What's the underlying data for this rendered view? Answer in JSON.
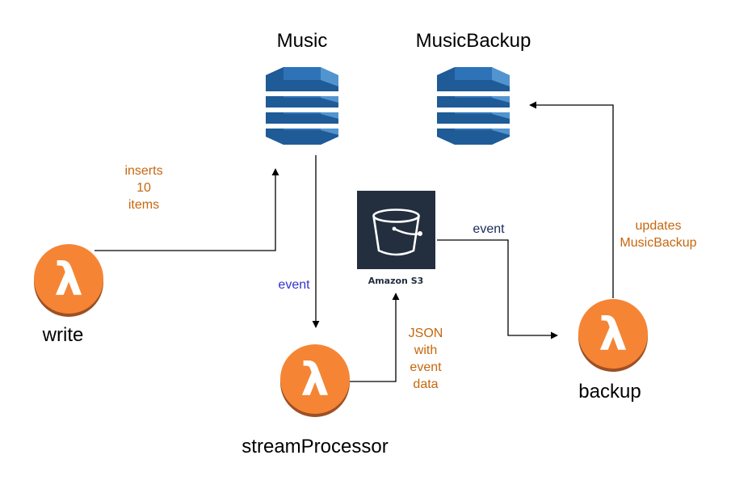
{
  "nodes": {
    "music": {
      "label": "Music",
      "type": "dynamodb-table"
    },
    "music_backup": {
      "label": "MusicBackup",
      "type": "dynamodb-table"
    },
    "write": {
      "label": "write",
      "type": "lambda-function"
    },
    "stream_processor": {
      "label": "streamProcessor",
      "type": "lambda-function"
    },
    "backup": {
      "label": "backup",
      "type": "lambda-function"
    },
    "s3": {
      "label": "Amazon S3",
      "type": "s3-bucket"
    }
  },
  "edges": [
    {
      "from": "write",
      "to": "music",
      "label": "inserts\n10\nitems"
    },
    {
      "from": "music",
      "to": "stream_processor",
      "label": "event"
    },
    {
      "from": "stream_processor",
      "to": "s3",
      "label": "JSON\nwith\nevent\ndata"
    },
    {
      "from": "s3",
      "to": "backup",
      "label": "event"
    },
    {
      "from": "backup",
      "to": "music_backup",
      "label": "updates\nMusicBackup"
    }
  ],
  "colors": {
    "dynamodb_dark": "#1f5b97",
    "dynamodb_mid": "#2e73b8",
    "dynamodb_light": "#5294cf",
    "lambda_orange": "#f58534",
    "lambda_shadow": "#9d5025",
    "s3_tile": "#232f3e",
    "edge_label_orange": "#c6670f",
    "edge_label_blue": "#3333cc",
    "edge_label_navy": "#1a2a5a",
    "connector": "#000000"
  }
}
